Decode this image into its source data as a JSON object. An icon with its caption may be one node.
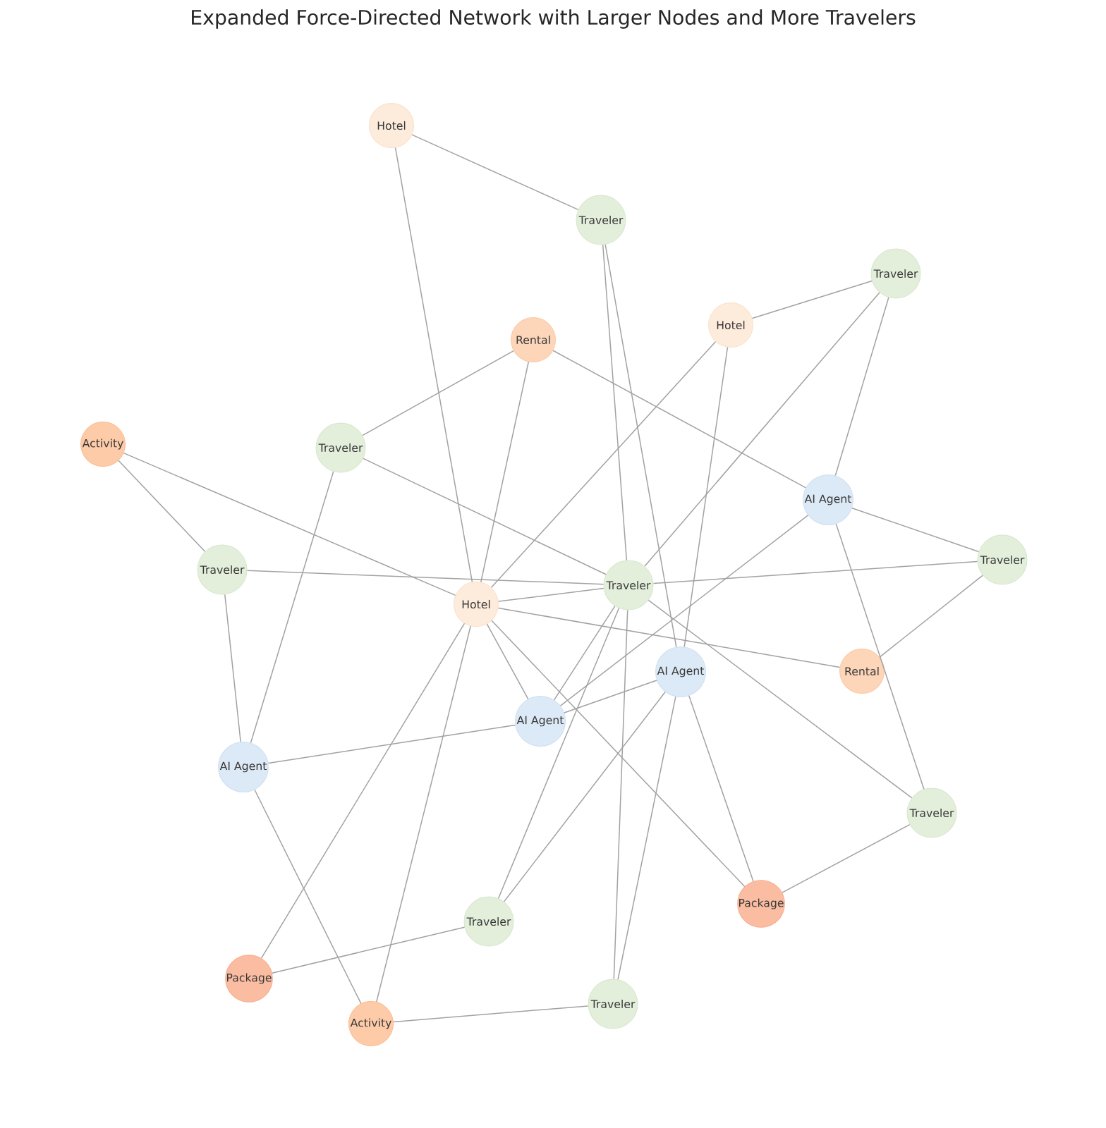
{
  "diagram": {
    "title": "Expanded Force-Directed Network with Larger Nodes and More Travelers",
    "nodes": [
      {
        "text": [
          "Hotel"
        ]
      },
      {
        "text": [
          "Traveler"
        ]
      },
      {
        "text": [
          "Traveler"
        ]
      },
      {
        "text": [
          "Hotel"
        ]
      },
      {
        "text": [
          "Rental"
        ]
      },
      {
        "text": [
          "Activity"
        ]
      },
      {
        "text": [
          "Traveler"
        ]
      },
      {
        "text": [
          "AI Agent"
        ]
      },
      {
        "text": [
          "Traveler"
        ]
      },
      {
        "text": [
          "Traveler"
        ]
      },
      {
        "text": [
          "Traveler"
        ]
      },
      {
        "text": [
          "Hotel"
        ]
      },
      {
        "text": [
          "AI Agent"
        ]
      },
      {
        "text": [
          "Rental"
        ]
      },
      {
        "text": [
          "AI Agent"
        ]
      },
      {
        "text": [
          "AI Agent"
        ]
      },
      {
        "text": [
          "Traveler"
        ]
      },
      {
        "text": [
          "Package"
        ]
      },
      {
        "text": [
          "Traveler"
        ]
      },
      {
        "text": [
          "Package"
        ]
      },
      {
        "text": [
          "Activity"
        ]
      },
      {
        "text": [
          "Traveler"
        ]
      }
    ],
    "edges": [
      {
        "from": 0,
        "to": 1,
        "arrow": "none"
      },
      {
        "from": 0,
        "to": 11,
        "arrow": "none"
      },
      {
        "from": 1,
        "to": 10,
        "arrow": "none"
      },
      {
        "from": 1,
        "to": 12,
        "arrow": "none"
      },
      {
        "from": 2,
        "to": 3,
        "arrow": "none"
      },
      {
        "from": 2,
        "to": 10,
        "arrow": "none"
      },
      {
        "from": 2,
        "to": 7,
        "arrow": "none"
      },
      {
        "from": 3,
        "to": 11,
        "arrow": "none"
      },
      {
        "from": 3,
        "to": 12,
        "arrow": "none"
      },
      {
        "from": 4,
        "to": 6,
        "arrow": "none"
      },
      {
        "from": 4,
        "to": 11,
        "arrow": "none"
      },
      {
        "from": 4,
        "to": 7,
        "arrow": "none"
      },
      {
        "from": 5,
        "to": 9,
        "arrow": "none"
      },
      {
        "from": 5,
        "to": 11,
        "arrow": "none"
      },
      {
        "from": 6,
        "to": 10,
        "arrow": "none"
      },
      {
        "from": 6,
        "to": 15,
        "arrow": "none"
      },
      {
        "from": 7,
        "to": 8,
        "arrow": "none"
      },
      {
        "from": 7,
        "to": 14,
        "arrow": "none"
      },
      {
        "from": 7,
        "to": 16,
        "arrow": "none"
      },
      {
        "from": 8,
        "to": 10,
        "arrow": "none"
      },
      {
        "from": 8,
        "to": 13,
        "arrow": "none"
      },
      {
        "from": 9,
        "to": 10,
        "arrow": "none"
      },
      {
        "from": 9,
        "to": 15,
        "arrow": "none"
      },
      {
        "from": 10,
        "to": 11,
        "arrow": "none"
      },
      {
        "from": 10,
        "to": 14,
        "arrow": "none"
      },
      {
        "from": 10,
        "to": 18,
        "arrow": "none"
      },
      {
        "from": 10,
        "to": 16,
        "arrow": "none"
      },
      {
        "from": 10,
        "to": 21,
        "arrow": "none"
      },
      {
        "from": 11,
        "to": 13,
        "arrow": "none"
      },
      {
        "from": 11,
        "to": 14,
        "arrow": "none"
      },
      {
        "from": 11,
        "to": 17,
        "arrow": "none"
      },
      {
        "from": 11,
        "to": 19,
        "arrow": "none"
      },
      {
        "from": 11,
        "to": 20,
        "arrow": "none"
      },
      {
        "from": 12,
        "to": 17,
        "arrow": "none"
      },
      {
        "from": 12,
        "to": 21,
        "arrow": "none"
      },
      {
        "from": 12,
        "to": 14,
        "arrow": "none"
      },
      {
        "from": 12,
        "to": 18,
        "arrow": "none"
      },
      {
        "from": 14,
        "to": 15,
        "arrow": "none"
      },
      {
        "from": 15,
        "to": 20,
        "arrow": "none"
      },
      {
        "from": 16,
        "to": 17,
        "arrow": "none"
      },
      {
        "from": 18,
        "to": 19,
        "arrow": "none"
      },
      {
        "from": 20,
        "to": 21,
        "arrow": "none"
      }
    ]
  }
}
